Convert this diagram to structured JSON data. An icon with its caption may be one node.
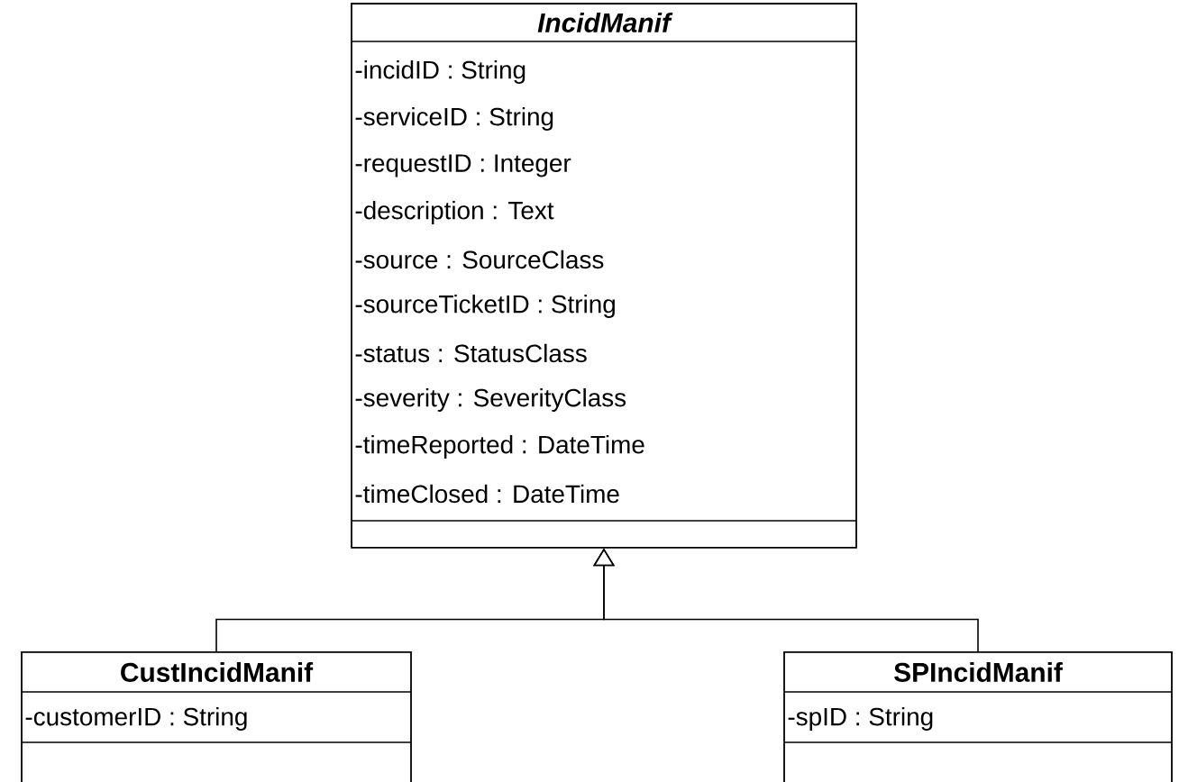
{
  "diagram": {
    "nodes": [
      {
        "text": [
          "IncidManif",
          "-incidID : String",
          "-serviceID : String",
          "-requestID : Integer",
          "-description : Text",
          "-source : SourceClass",
          "-sourceTicketID : String",
          "-status : StatusClass",
          "-severity : SeverityClass",
          "-timeReported : DateTime",
          "-timeClosed : DateTime"
        ]
      },
      {
        "text": [
          "CustIncidManif",
          "-customerID : String"
        ]
      },
      {
        "text": [
          "SPIncidManif",
          "-spID : String"
        ]
      }
    ],
    "edges": [
      {
        "from": 1,
        "to": 0,
        "arrow": "to"
      },
      {
        "from": 2,
        "to": 0,
        "arrow": "to"
      }
    ]
  }
}
